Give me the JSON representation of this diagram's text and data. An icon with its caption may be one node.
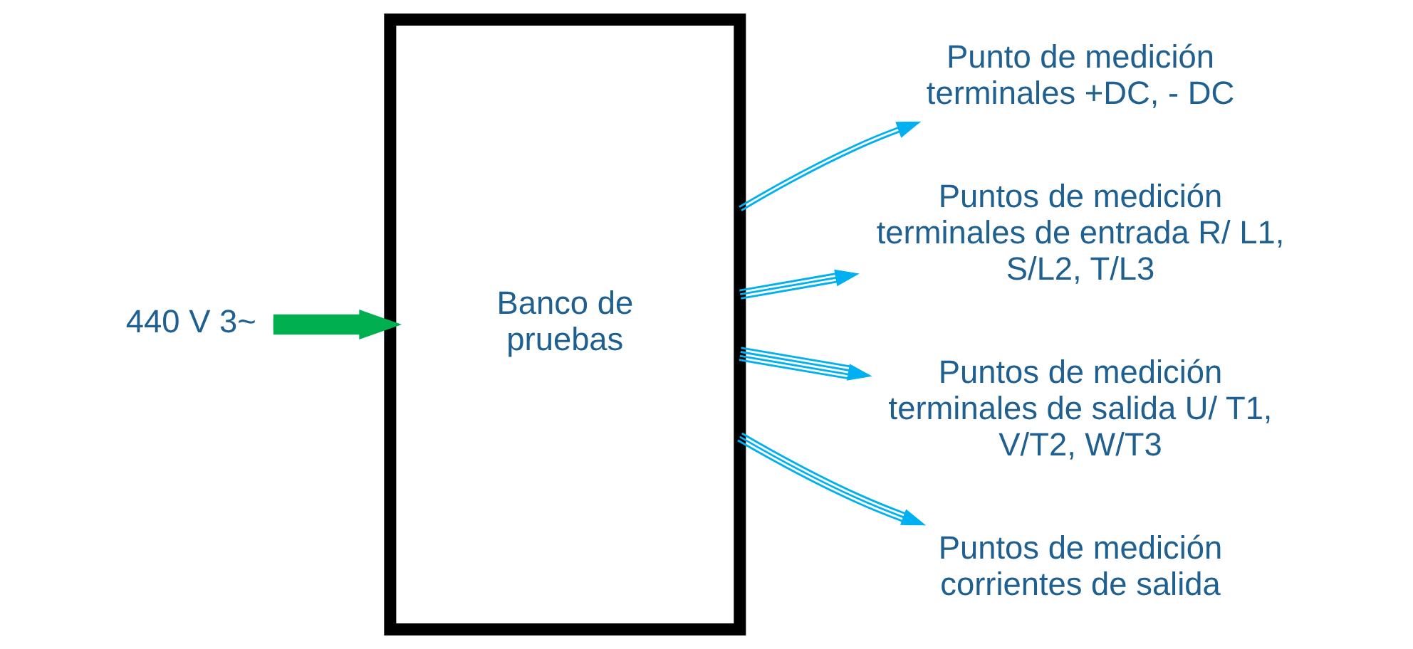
{
  "diagram": {
    "nodes": [
      {
        "text": [
          "440 V 3~"
        ]
      },
      {
        "text": [
          "Banco de pruebas"
        ]
      },
      {
        "text": [
          "Punto de medición terminales +DC, - DC"
        ]
      },
      {
        "text": [
          "Puntos de medición terminales de entrada R/ L1, S/L2, T/L3"
        ]
      },
      {
        "text": [
          "Puntos de medición terminales de salida U/ T1, V/T2, W/T3"
        ]
      },
      {
        "text": [
          "Puntos de medición corrientes de salida"
        ]
      }
    ],
    "edges": [
      {
        "from": 0,
        "to": 1,
        "arrow": "to",
        "style": "thick",
        "color": "#00b050"
      },
      {
        "from": 1,
        "to": 2,
        "arrow": "to"
      },
      {
        "from": 1,
        "to": 3,
        "arrow": "to"
      },
      {
        "from": 1,
        "to": 4,
        "arrow": "to"
      },
      {
        "from": 1,
        "to": 5,
        "arrow": "to"
      }
    ]
  }
}
